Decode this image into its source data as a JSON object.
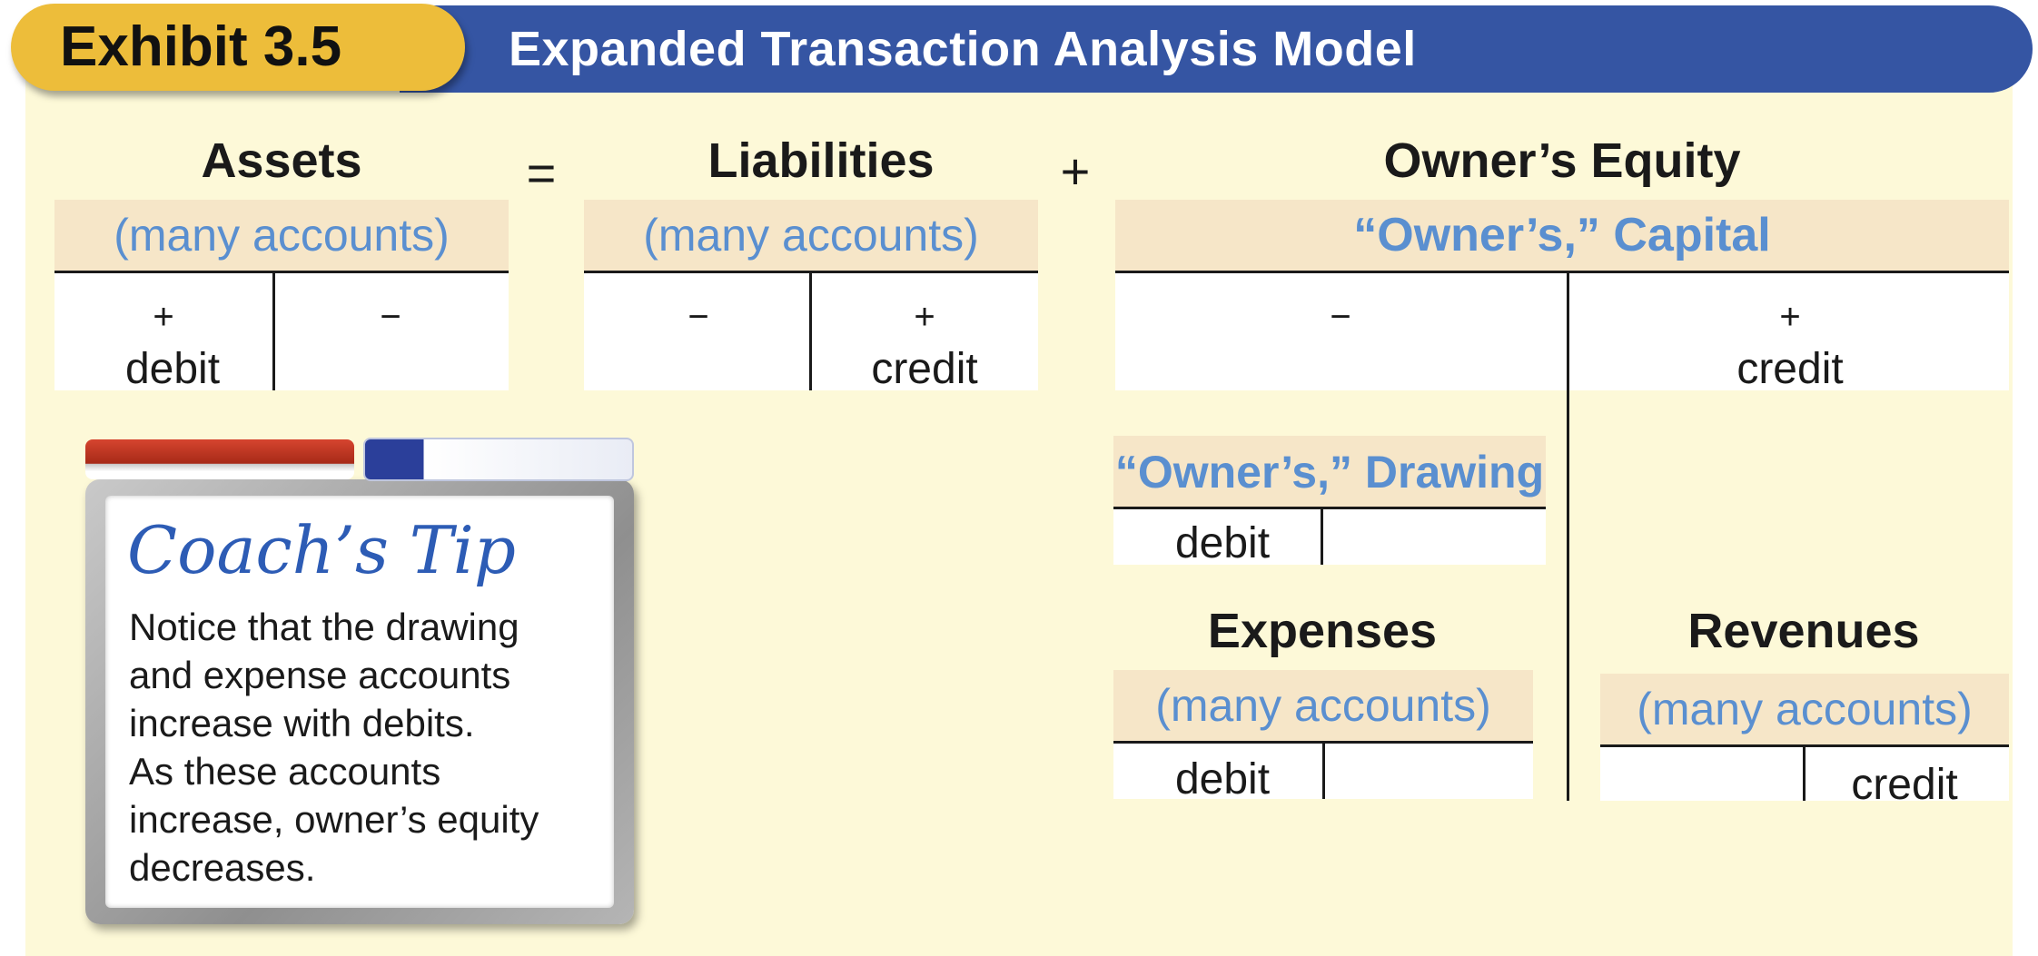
{
  "header": {
    "exhibit_label": "Exhibit 3.5",
    "title": "Expanded Transaction Analysis Model"
  },
  "equation": {
    "assets": "Assets",
    "equals": "=",
    "liabilities": "Liabilities",
    "plus": "+",
    "owners_equity": "Owner’s Equity"
  },
  "accounts": {
    "assets": {
      "band": "(many accounts)",
      "left_sign": "+",
      "right_sign": "−",
      "left_word": "debit"
    },
    "liabilities": {
      "band": "(many accounts)",
      "left_sign": "−",
      "right_sign": "+",
      "right_word": "credit"
    },
    "capital": {
      "band": "“Owner’s,” Capital",
      "left_sign": "−",
      "right_sign": "+",
      "right_word": "credit"
    },
    "drawing": {
      "band": "“Owner’s,” Drawing",
      "left_word": "debit"
    },
    "expenses": {
      "heading": "Expenses",
      "band": "(many accounts)",
      "left_word": "debit"
    },
    "revenues": {
      "heading": "Revenues",
      "band": "(many accounts)",
      "right_word": "credit"
    }
  },
  "coach_tip": {
    "title": "Coach’s Tip",
    "lines": [
      "Notice that the drawing",
      "and expense accounts",
      "increase with debits.",
      "As these accounts",
      "increase, owner’s equity",
      "decreases."
    ]
  },
  "colors": {
    "header_blue": "#3555a3",
    "exhibit_gold": "#edbd3a",
    "panel_cream": "#fdf9d8",
    "band_peach": "#f6e6c8",
    "account_blue": "#5a8fd0",
    "tip_blue": "#2d5cb5"
  }
}
